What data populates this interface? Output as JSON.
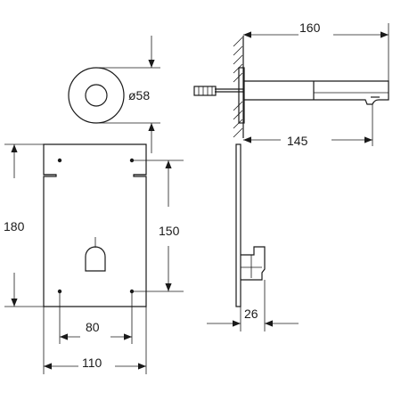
{
  "dimensions": {
    "rosette_diameter": "ø58",
    "spout_length": "160",
    "spout_projection": "145",
    "plate_height": "180",
    "hole_spacing_vertical": "150",
    "hole_spacing_horizontal": "80",
    "plate_width": "110",
    "box_depth": "26"
  },
  "colors": {
    "ink": "#1a1a1a",
    "background": "#ffffff"
  }
}
